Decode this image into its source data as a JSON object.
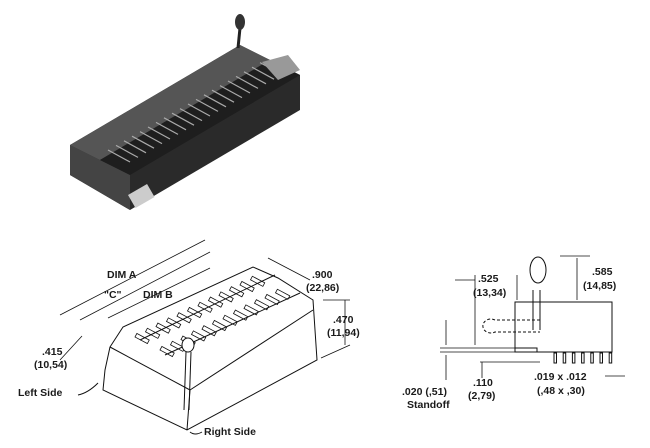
{
  "figure": {
    "iso_view": {
      "dim_a": "DIM A",
      "dim_c": "\"C\"",
      "dim_b": "DIM B",
      "width_in": ".900",
      "width_mm": "(22,86)",
      "height_in": ".470",
      "height_mm": "(11,94)",
      "row_in": ".415",
      "row_mm": "(10,54)",
      "left_side": "Left Side",
      "right_side": "Right Side"
    },
    "side_view": {
      "lever_offset_in": ".525",
      "lever_offset_mm": "(13,34)",
      "lever_height_in": ".585",
      "lever_height_mm": "(14,85)",
      "standoff_in": ".020 (,51)",
      "standoff_label": "Standoff",
      "pin_length_in": ".110",
      "pin_length_mm": "(2,79)",
      "pin_size_in": ".019 x .012",
      "pin_size_mm": "(,48 x ,30)"
    }
  }
}
